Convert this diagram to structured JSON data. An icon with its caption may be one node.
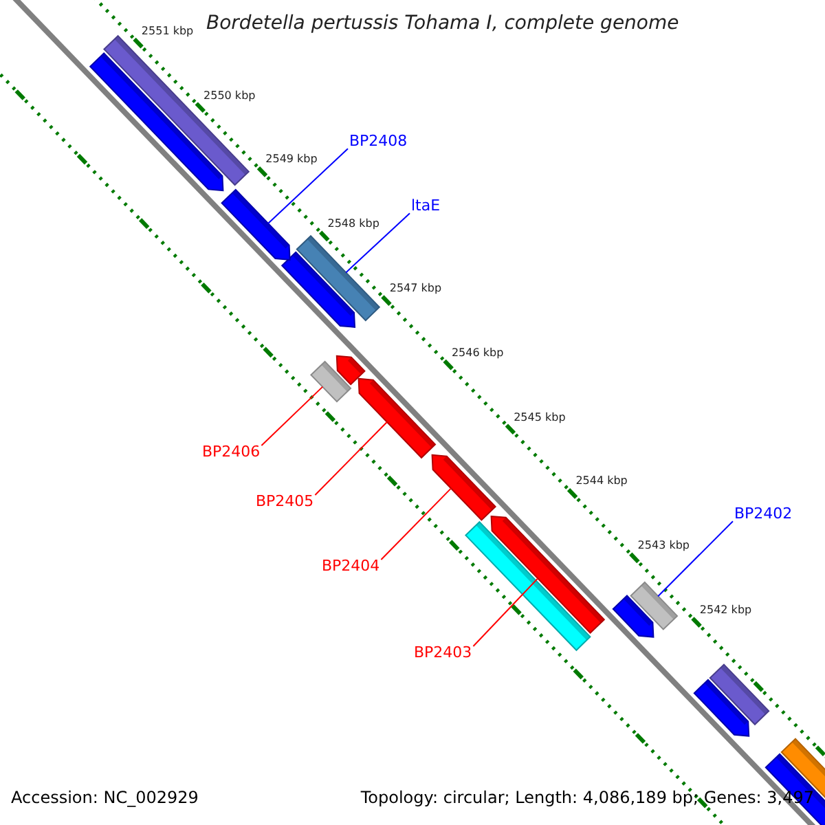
{
  "diagram": {
    "title": "Bordetella pertussis Tohama I, complete genome",
    "nodes": [
      {
        "text": [
          "BP2408"
        ]
      },
      {
        "text": [
          "ltaE"
        ]
      },
      {
        "text": [
          "BP2406"
        ]
      },
      {
        "text": [
          "BP2405"
        ]
      },
      {
        "text": [
          "BP2404"
        ]
      },
      {
        "text": [
          "BP2403"
        ]
      },
      {
        "text": [
          "BP2402"
        ]
      },
      {
        "text": [],
        "shape": "bar"
      },
      {
        "text": [],
        "shape": "bar"
      },
      {
        "text": [],
        "shape": "bar"
      },
      {
        "text": [],
        "shape": "bar"
      },
      {
        "text": [],
        "shape": "bar"
      },
      {
        "text": [],
        "shape": "bar"
      },
      {
        "text": [],
        "shape": "bar"
      }
    ],
    "edges": [
      {
        "from": 0,
        "to": 7,
        "arrow": "none",
        "color": "#0000ff"
      },
      {
        "from": 1,
        "to": 8,
        "arrow": "none",
        "color": "#0000ff"
      },
      {
        "from": 2,
        "to": 9,
        "arrow": "none"
      },
      {
        "from": 3,
        "to": 10,
        "arrow": "none"
      },
      {
        "from": 4,
        "to": 11,
        "arrow": "none"
      },
      {
        "from": 5,
        "to": 12,
        "arrow": "none"
      },
      {
        "from": 6,
        "to": 13,
        "arrow": "none",
        "color": "#0000ff"
      }
    ],
    "labels": [
      "2551 kbp",
      "2550 kbp",
      "2549 kbp",
      "2548 kbp",
      "2547 kbp",
      "2546 kbp",
      "2545 kbp",
      "2544 kbp",
      "2543 kbp",
      "2542 kbp",
      "Accession: NC_002929",
      "Topology: circular; Length: 4,086,189 bp; Genes: 3,497"
    ]
  }
}
